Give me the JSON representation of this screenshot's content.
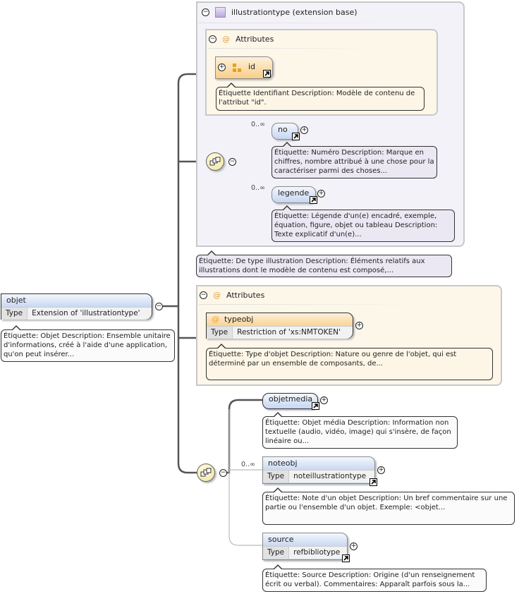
{
  "illustrationtype": {
    "title": "illustrationtype (extension base)",
    "attributes_label": "Attributes",
    "id_attr": {
      "name": "id",
      "doc": "Étiquette Identifiant Description: Modèle de contenu de l'attribut \"id\"."
    },
    "no": {
      "name": "no",
      "cardinality": "0..∞",
      "doc": "Étiquette: Numéro Description: Marque en chiffres, nombre attribué à une chose pour la caractériser parmi des choses..."
    },
    "legende": {
      "name": "legende",
      "cardinality": "0..∞",
      "doc": "Étiquette: Légende d'un(e) encadré, exemple, équation, figure, objet ou tableau Description: Texte explicatif d'un(e)..."
    },
    "doc": "Étiquette: De type illustration Description: Éléments relatifs aux illustrations dont le modèle de contenu est composé,..."
  },
  "attributes": {
    "label": "Attributes",
    "typeobj": {
      "name": "typeobj",
      "type_label": "Type",
      "type": "Restriction of 'xs:NMTOKEN'",
      "doc": "Étiquette: Type d'objet Description: Nature ou genre de l'objet, qui est déterminé par un ensemble de composants, de..."
    }
  },
  "objet": {
    "name": "objet",
    "type_label": "Type",
    "type": "Extension of 'illustrationtype'",
    "doc": "Étiquette: Objet Description: Ensemble unitaire d'informations, créé à l'aide d'une application, qu'on peut insérer..."
  },
  "objetmedia": {
    "name": "objetmedia",
    "doc": "Étiquette: Objet média Description: Information non textuelle (audio, vidéo, image) qui s'insère, de façon linéaire ou..."
  },
  "noteobj": {
    "name": "noteobj",
    "cardinality": "0..∞",
    "type_label": "Type",
    "type": "noteillustrationtype",
    "doc": "Étiquette: Note d'un objet Description: Un bref commentaire sur une partie ou l'ensemble d'un objet. Exemple: <objet..."
  },
  "source": {
    "name": "source",
    "type_label": "Type",
    "type": "refbibliotype",
    "doc": "Étiquette: Source Description: Origine (d'un renseignement écrit ou verbal). Commentaires: Apparaît parfois sous la..."
  },
  "symbols": {
    "collapse": "−",
    "expand": "+",
    "attribute": "@"
  },
  "colors": {
    "element": "#c6d6f2",
    "attribute": "#f8cf88",
    "group_purple": "#f4f2f9",
    "group_orange": "#fdf7ea"
  }
}
